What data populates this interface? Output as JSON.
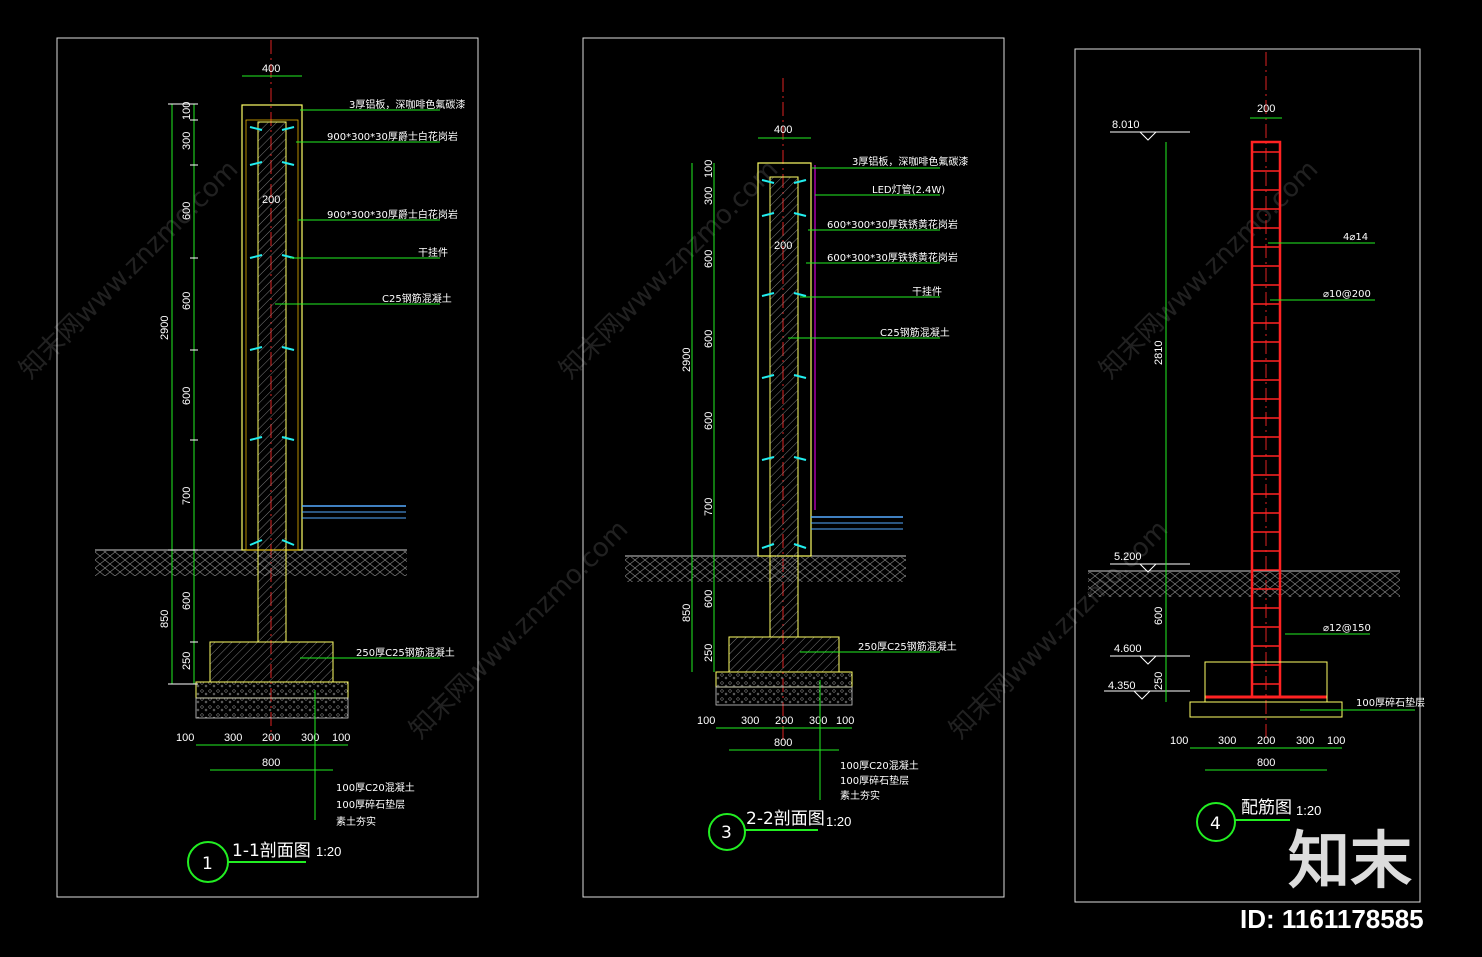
{
  "panels": [
    {
      "number": "1",
      "title": "1-1剖面图",
      "scale": "1:20",
      "top_width": "400",
      "inner_width": "200",
      "height_dims": [
        "100",
        "300",
        "600",
        "600",
        "600",
        "700",
        "600",
        "250"
      ],
      "total_dims": [
        "2900",
        "850"
      ],
      "base_dims": [
        "100",
        "300",
        "200",
        "300",
        "100"
      ],
      "base_total": "800",
      "notes": [
        "3厚铝板，深咖啡色氟碳漆",
        "900*300*30厚爵士白花岗岩",
        "900*300*30厚爵士白花岗岩",
        "干挂件",
        "C25钢筋混凝土",
        "250厚C25钢筋混凝土"
      ],
      "bottom_notes": [
        "100厚C20混凝土",
        "100厚碎石垫层",
        "素土夯实"
      ]
    },
    {
      "number": "3",
      "title": "2-2剖面图",
      "scale": "1:20",
      "top_width": "400",
      "inner_width": "200",
      "height_dims": [
        "100",
        "300",
        "600",
        "600",
        "600",
        "700",
        "600",
        "250"
      ],
      "total_dims": [
        "2900",
        "850"
      ],
      "base_dims": [
        "100",
        "300",
        "200",
        "300",
        "100"
      ],
      "base_total": "800",
      "notes": [
        "3厚铝板，深咖啡色氟碳漆",
        "LED灯管(2.4W)",
        "600*300*30厚铁锈黄花岗岩",
        "600*300*30厚铁锈黄花岗岩",
        "干挂件",
        "C25钢筋混凝土",
        "250厚C25钢筋混凝土"
      ],
      "bottom_notes": [
        "100厚C20混凝土",
        "100厚碎石垫层",
        "素土夯实"
      ]
    },
    {
      "number": "4",
      "title": "配筋图",
      "scale": "1:20",
      "top_width": "200",
      "elevations": [
        "8.010",
        "5.200",
        "4.600",
        "4.350"
      ],
      "height_dims": [
        "2810",
        "600",
        "250"
      ],
      "notes": [
        "4⌀14",
        "⌀10@200",
        "⌀12@150",
        "100厚碎石垫层"
      ],
      "base_dims": [
        "100",
        "300",
        "200",
        "300",
        "100"
      ],
      "base_total": "800"
    }
  ],
  "watermarks": [
    "知末网www.znzmo.com"
  ],
  "logo_text": "知末",
  "id_text": "ID: 1161178585"
}
